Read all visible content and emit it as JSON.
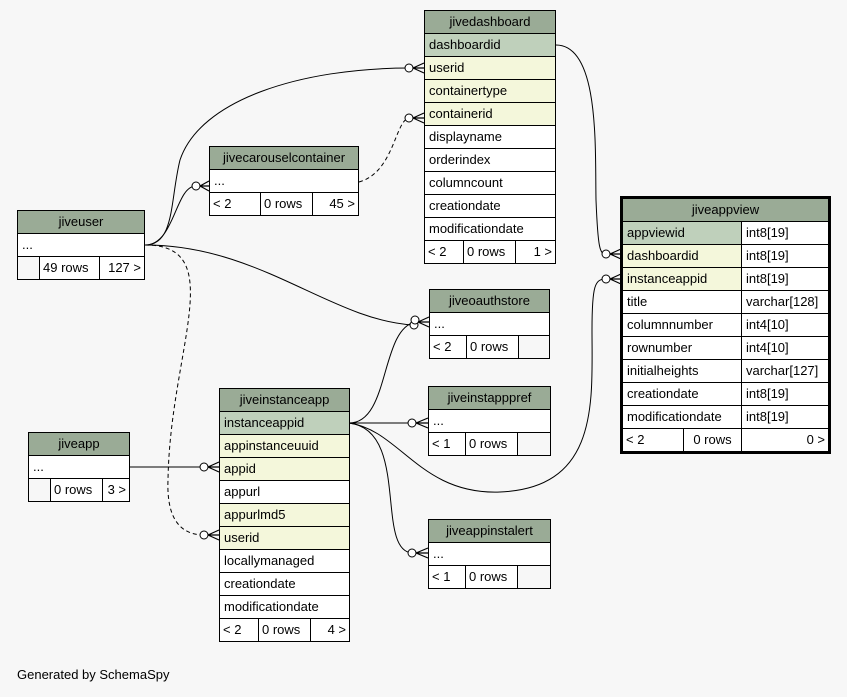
{
  "tables": {
    "jivedashboard": {
      "name": "jivedashboard",
      "columns": [
        "dashboardid",
        "userid",
        "containertype",
        "containerid",
        "displayname",
        "orderindex",
        "columncount",
        "creationdate",
        "modificationdate"
      ],
      "footer": [
        "< 2",
        "0 rows",
        "1 >"
      ]
    },
    "jivecarouselcontainer": {
      "name": "jivecarouselcontainer",
      "columns": [
        "..."
      ],
      "footer": [
        "< 2",
        "0 rows",
        "45 >"
      ]
    },
    "jiveuser": {
      "name": "jiveuser",
      "columns": [
        "..."
      ],
      "footer": [
        "",
        "49 rows",
        "127 >"
      ]
    },
    "jiveoauthstore": {
      "name": "jiveoauthstore",
      "columns": [
        "..."
      ],
      "footer": [
        "< 2",
        "0 rows",
        ""
      ]
    },
    "jiveinstapppref": {
      "name": "jiveinstapppref",
      "columns": [
        "..."
      ],
      "footer": [
        "< 1",
        "0 rows",
        ""
      ]
    },
    "jiveappinstalert": {
      "name": "jiveappinstalert",
      "columns": [
        "..."
      ],
      "footer": [
        "< 1",
        "0 rows",
        ""
      ]
    },
    "jiveapp": {
      "name": "jiveapp",
      "columns": [
        "..."
      ],
      "footer": [
        "",
        "0 rows",
        "3 >"
      ]
    },
    "jiveinstanceapp": {
      "name": "jiveinstanceapp",
      "columns": [
        "instanceappid",
        "appinstanceuuid",
        "appid",
        "appurl",
        "appurlmd5",
        "userid",
        "locallymanaged",
        "creationdate",
        "modificationdate"
      ],
      "footer": [
        "< 2",
        "0 rows",
        "4 >"
      ]
    },
    "jiveappview": {
      "name": "jiveappview",
      "columns": [
        {
          "name": "appviewid",
          "type": "int8[19]"
        },
        {
          "name": "dashboardid",
          "type": "int8[19]"
        },
        {
          "name": "instanceappid",
          "type": "int8[19]"
        },
        {
          "name": "title",
          "type": "varchar[128]"
        },
        {
          "name": "columnnumber",
          "type": "int4[10]"
        },
        {
          "name": "rownumber",
          "type": "int4[10]"
        },
        {
          "name": "initialheights",
          "type": "varchar[127]"
        },
        {
          "name": "creationdate",
          "type": "int8[19]"
        },
        {
          "name": "modificationdate",
          "type": "int8[19]"
        }
      ],
      "footer": [
        "< 2",
        "0 rows",
        "0 >"
      ]
    }
  },
  "colors": {
    "header": "#9aab96",
    "primary_key": "#bfd0bb",
    "foreign_key": "#f4f7db",
    "background": "#f7f7f7"
  },
  "footer_note": "Generated by SchemaSpy"
}
